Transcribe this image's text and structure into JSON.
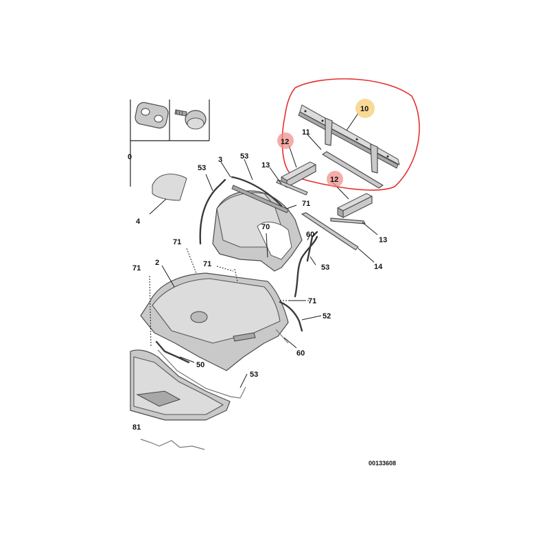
{
  "diagram": {
    "reference": "00133608",
    "labels": {
      "l10": "10",
      "l11": "11",
      "l12a": "12",
      "l12b": "12",
      "l13a": "13",
      "l13b": "13",
      "l14": "14",
      "l53a": "53",
      "l53b": "53",
      "l53c": "53",
      "l53d": "53",
      "l3": "3",
      "l4": "4",
      "l2": "2",
      "l71a": "71",
      "l71b": "71",
      "l71c": "71",
      "l71d": "71",
      "l71e": "71",
      "l70": "70",
      "l60a": "60",
      "l60b": "60",
      "l52": "52",
      "l50": "50",
      "l81": "81"
    },
    "colors": {
      "highlight_circle": "#e82c2c",
      "marker_amber": "#f6c96a",
      "marker_red": "#ef8a84"
    }
  }
}
